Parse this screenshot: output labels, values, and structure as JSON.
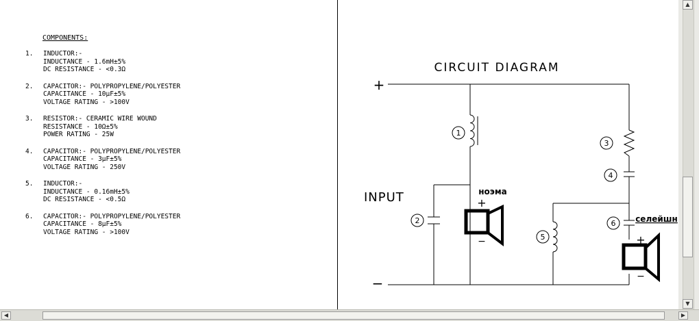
{
  "components": {
    "title": "COMPONENTS:",
    "items": [
      {
        "num": "1.",
        "lines": [
          "INDUCTOR:-",
          "INDUCTANCE - 1.6mH±5%",
          "DC RESISTANCE - <0.3Ω"
        ]
      },
      {
        "num": "2.",
        "lines": [
          "CAPACITOR:- POLYPROPYLENE/POLYESTER",
          "CAPACITANCE - 10μF±5%",
          "VOLTAGE RATING - >100V"
        ]
      },
      {
        "num": "3.",
        "lines": [
          "RESISTOR:- CERAMIC WIRE WOUND",
          "RESISTANCE - 10Ω±5%",
          "POWER RATING - 25W"
        ]
      },
      {
        "num": "4.",
        "lines": [
          "CAPACITOR:- POLYPROPYLENE/POLYESTER",
          "CAPACITANCE - 3μF±5%",
          "VOLTAGE RATING - 250V"
        ]
      },
      {
        "num": "5.",
        "lines": [
          "INDUCTOR:-",
          "INDUCTANCE - 0.16mH±5%",
          "DC RESISTANCE - <0.5Ω"
        ]
      },
      {
        "num": "6.",
        "lines": [
          "CAPACITOR:- POLYPROPYLENE/POLYESTER",
          "CAPACITANCE - 8μF±5%",
          "VOLTAGE RATING - >100V"
        ]
      }
    ]
  },
  "diagram": {
    "title": "CIRCUIT DIAGRAM",
    "input_label": "INPUT",
    "plus": "+",
    "minus": "−",
    "woofer_label": "ноэма",
    "tweeter_label": "селейшн",
    "labels": {
      "c1": "1",
      "c2": "2",
      "c3": "3",
      "c4": "4",
      "c5": "5",
      "c6": "6"
    }
  }
}
